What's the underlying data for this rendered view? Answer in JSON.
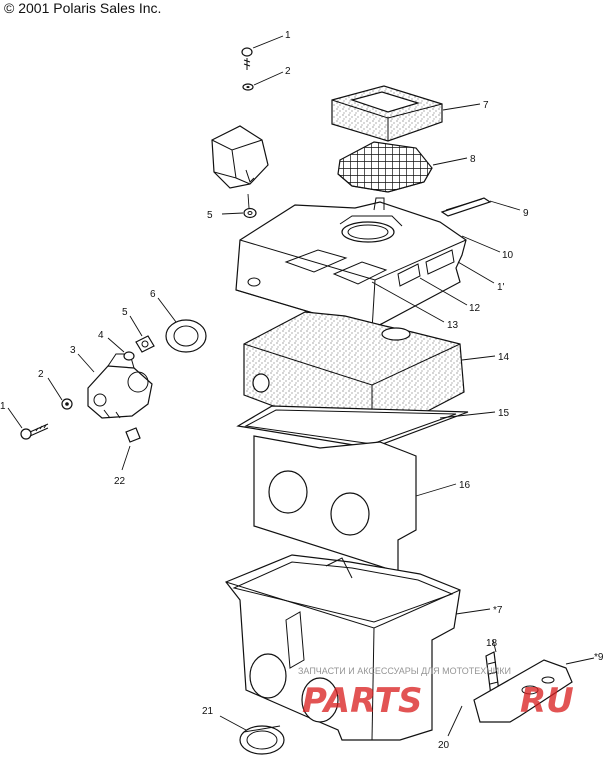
{
  "copyright": "© 2001 Polaris Sales Inc.",
  "callouts": [
    {
      "id": "c1-top",
      "label": "1"
    },
    {
      "id": "c2-top",
      "label": "2"
    },
    {
      "id": "c7",
      "label": "7"
    },
    {
      "id": "c8",
      "label": "8"
    },
    {
      "id": "c9",
      "label": "9"
    },
    {
      "id": "c5-top",
      "label": "5"
    },
    {
      "id": "c10",
      "label": "10"
    },
    {
      "id": "c11",
      "label": "1'"
    },
    {
      "id": "c12",
      "label": "12"
    },
    {
      "id": "c13",
      "label": "13"
    },
    {
      "id": "c6",
      "label": "6"
    },
    {
      "id": "c5-left",
      "label": "5"
    },
    {
      "id": "c4",
      "label": "4"
    },
    {
      "id": "c3",
      "label": "3"
    },
    {
      "id": "c2-left",
      "label": "2"
    },
    {
      "id": "c1-left",
      "label": "1"
    },
    {
      "id": "c14",
      "label": "14"
    },
    {
      "id": "c15",
      "label": "15"
    },
    {
      "id": "c22",
      "label": "22"
    },
    {
      "id": "c16",
      "label": "16"
    },
    {
      "id": "c17",
      "label": "*7"
    },
    {
      "id": "c18",
      "label": "18"
    },
    {
      "id": "c19",
      "label": "*9"
    },
    {
      "id": "c21",
      "label": "21"
    },
    {
      "id": "c20",
      "label": "20"
    }
  ],
  "watermark": {
    "text": "ЗАПЧАСТИ И АКСЕССУАРЫ ДЛЯ МОТОТЕХНИКИ",
    "logo_left": "PARTS",
    "logo_right": "RU",
    "logo_color": "#d92020"
  }
}
